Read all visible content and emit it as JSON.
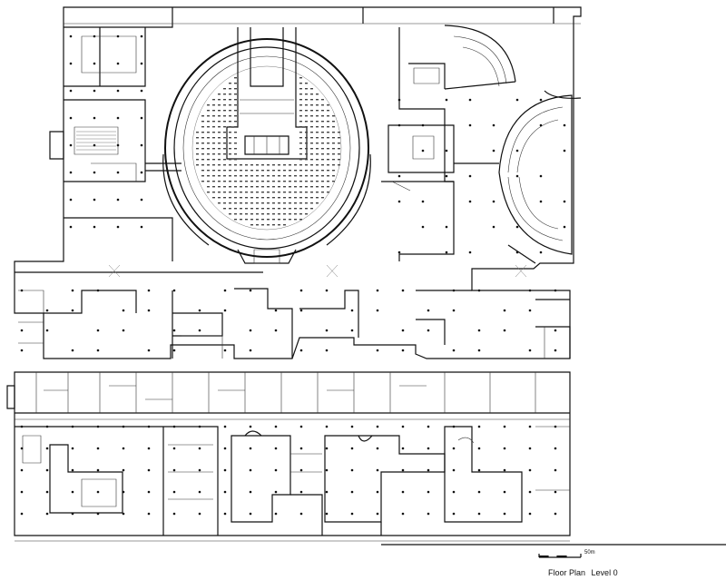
{
  "drawing": {
    "caption_title": "Floor Plan",
    "caption_level": "Level 0",
    "scale_label": "50m"
  }
}
